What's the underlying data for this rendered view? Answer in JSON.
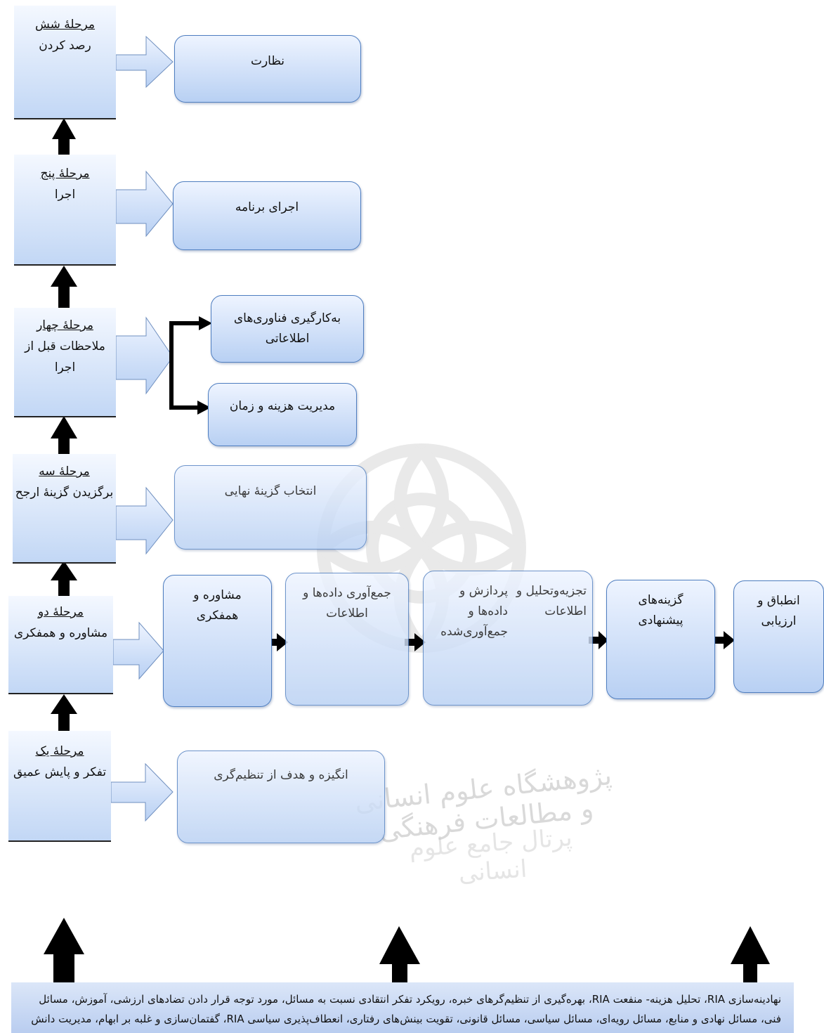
{
  "stages": [
    {
      "title": "مرحلهٔ شش",
      "subtitle": "رصد کردن"
    },
    {
      "title": "مرحلهٔ پنج",
      "subtitle": "اجرا"
    },
    {
      "title": "مرحلهٔ چهار",
      "subtitle": "ملاحظات قبل از اجرا"
    },
    {
      "title": "مرحلهٔ سه",
      "subtitle": "برگزیدن گزینهٔ ارجح"
    },
    {
      "title": "مرحلهٔ دو",
      "subtitle": "مشاوره و همفکری"
    },
    {
      "title": "مرحلهٔ یک",
      "subtitle": "تفکر و پایش عمیق"
    }
  ],
  "boxes": {
    "monitoring": "نظارت",
    "program_execution": "اجرای برنامه",
    "it_usage": "به‌کارگیری فناوری‌های اطلاعاتی",
    "cost_time": "مدیریت هزینه و زمان",
    "final_option": "انتخاب گزینهٔ نهایی",
    "motivation": "انگیزه و هدف از تنظیم‌گری"
  },
  "stage2_flow": [
    "مشاوره و همفکری",
    "جمع‌آوری داده‌ها و اطلاعات",
    "تجزیه‌وتحلیل و اطلاعات",
    "پردازش و داده‌ها و جمع‌آوری‌شده",
    "گزینه‌های پیشنهادی",
    "انطباق و ارزیابی"
  ],
  "bottom_text": "نهادینه‌سازی RIA، تحلیل هزینه- منفعت RIA، بهره‌گیری از تنظیم‌گرهای خبره، رویکرد تفکر انتقادی نسبت به مسائل، مورد توجه قرار دادن تضادهای ارزشی، آموزش، مسائل فنی، مسائل نهادی و منابع، مسائل رویه‌ای، مسائل سیاسی، مسائل قانونی، تقویت بینش‌های رفتاری، انعطاف‌پذیری سیاسی RIA، گفتمان‌سازی و غلبه بر ابهام، مدیریت دانش",
  "watermark": {
    "line1": "پژوهشگاه علوم انسانی و مطالعات فرهنگی",
    "line2": "پرتال جامع علوم انسانی"
  },
  "colors": {
    "box_top": "#eef4ff",
    "box_bottom": "#b8d0f3",
    "box_border": "#4f7ec0",
    "arrow": "#000000"
  }
}
